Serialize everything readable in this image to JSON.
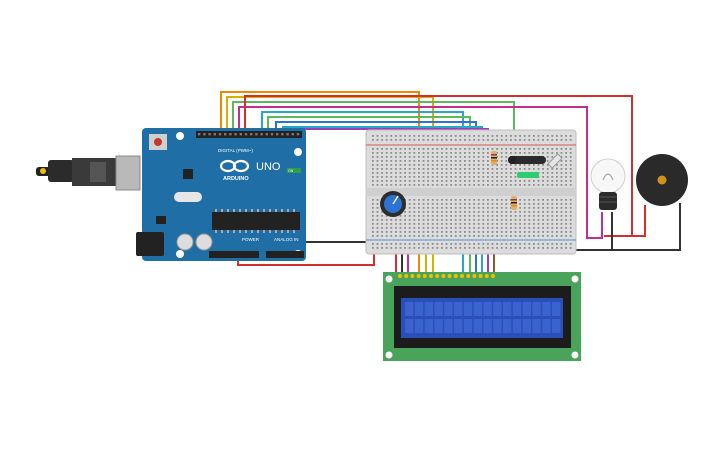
{
  "canvas": {
    "components": {
      "arduino": {
        "name": "Arduino Uno",
        "brand_text": "ARDUINO",
        "model_text": "UNO",
        "digital_header_text": "DIGITAL (PWM~)",
        "power_header_text": "POWER",
        "analog_header_text": "ANALOG IN",
        "board_color": "#1f6fa6",
        "on_label": "ON"
      },
      "breadboard": {
        "name": "Breadboard"
      },
      "potentiometer": {
        "name": "Potentiometer"
      },
      "lcd": {
        "name": "LCD 16x2",
        "screen_color": "#2a4fb8",
        "pcb_color": "#4aa35a"
      },
      "light_bulb": {
        "name": "Light Bulb"
      },
      "piezo": {
        "name": "Piezo Buzzer"
      },
      "temperature_sensor": {
        "name": "Temperature Sensor"
      },
      "resistors": {
        "name": "Resistors"
      }
    },
    "wire_colors": {
      "red": "#d32f2f",
      "black": "#333333",
      "orange": "#f08a00",
      "yellow": "#d8b000",
      "green": "#5cb85c",
      "blue": "#2c73d2",
      "cyan": "#27a8c8",
      "purple": "#9b3fb5",
      "magenta": "#c2308f",
      "brown": "#8a5a2b"
    }
  }
}
